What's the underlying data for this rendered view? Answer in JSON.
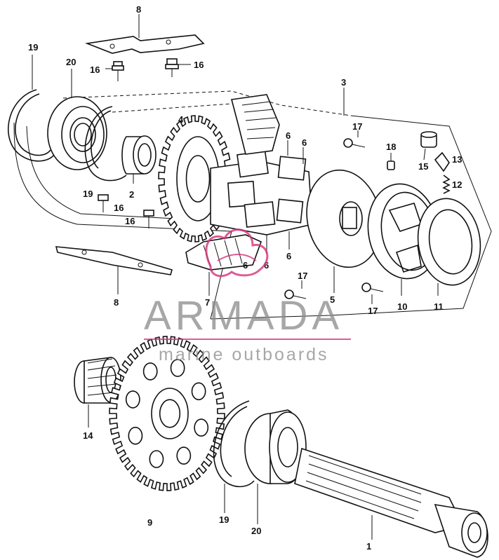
{
  "watermark": {
    "brand": "ARMADA",
    "tagline": "marine outboards",
    "accent": "#d6337a",
    "text_color": "#8a8a8a"
  },
  "callouts": [
    "8",
    "19",
    "20",
    "16",
    "16",
    "3",
    "4",
    "6",
    "6",
    "17",
    "18",
    "15",
    "13",
    "12",
    "19",
    "2",
    "16",
    "16",
    "6",
    "6",
    "5",
    "10",
    "11",
    "17",
    "17",
    "8",
    "7",
    "6",
    "14",
    "9",
    "19",
    "20",
    "1"
  ]
}
